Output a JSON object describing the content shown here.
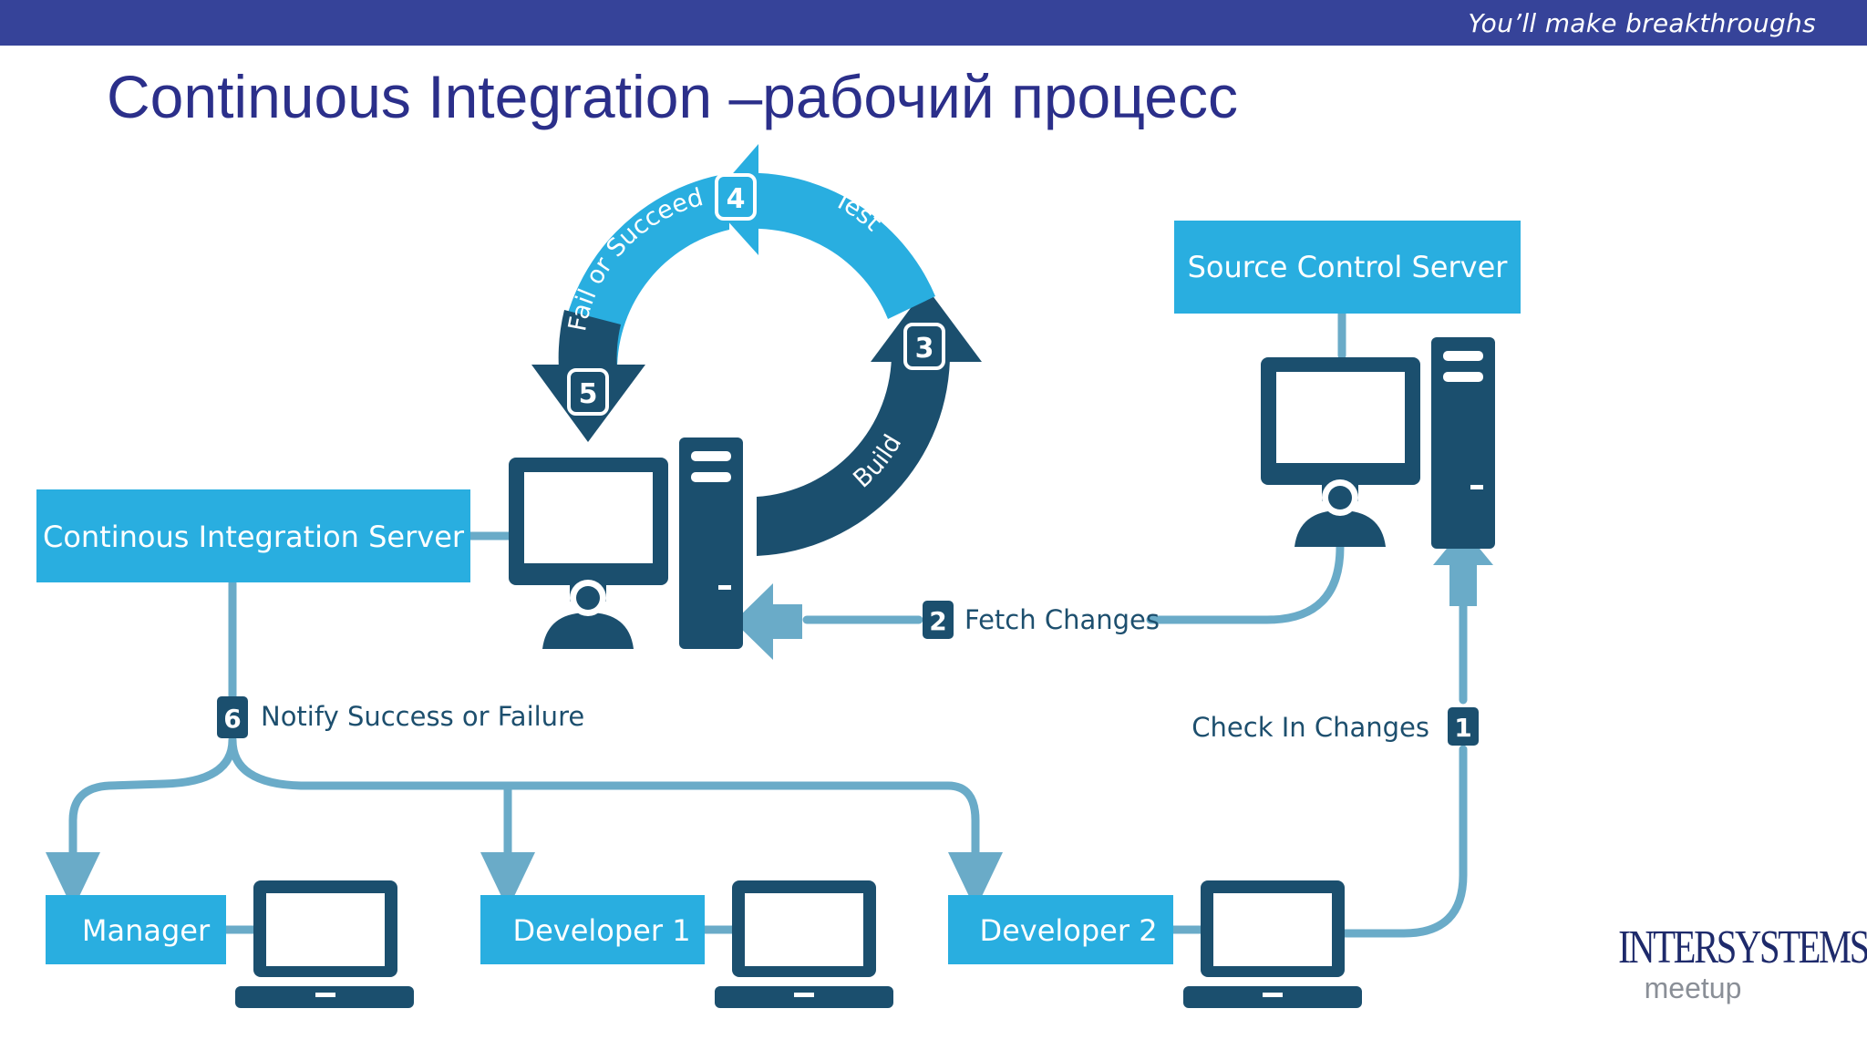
{
  "header": {
    "tagline": "You’ll make breakthroughs",
    "bar_color": "#364399"
  },
  "title": "Continuous Integration –рабочий процесс",
  "diagram": {
    "colors": {
      "dark": "#1b4f6e",
      "light": "#29aee0",
      "line": "#6aabc8",
      "box": "#29aee0"
    },
    "nodes": {
      "ci_server": "Continous Integration Server",
      "source_control": "Source Control Server",
      "manager": "Manager",
      "developer1": "Developer 1",
      "developer2": "Developer 2"
    },
    "cycle": {
      "build": "Build",
      "test": "Test",
      "fail_or_succeed": "Fail or Succeed",
      "badges": [
        "3",
        "4",
        "5"
      ]
    },
    "steps": [
      {
        "badge": "1",
        "label": "Check In Changes"
      },
      {
        "badge": "2",
        "label": "Fetch Changes"
      },
      {
        "badge": "6",
        "label": "Notify Success or Failure"
      }
    ]
  },
  "logo": {
    "brand": "INTERSYSTEMS",
    "sub": "meetup"
  }
}
